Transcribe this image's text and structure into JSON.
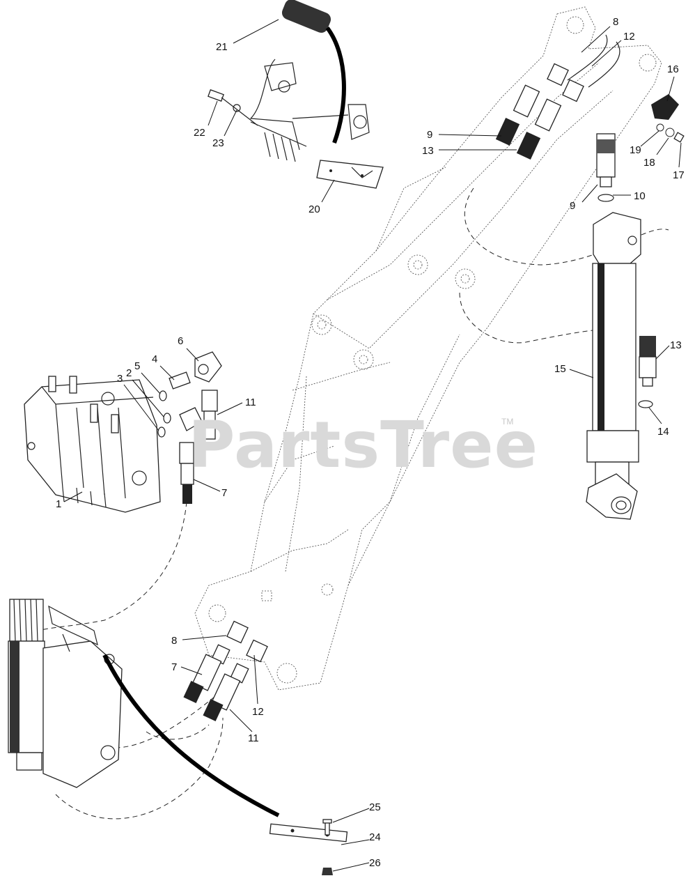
{
  "watermark": {
    "text": "PartsTree",
    "tm": "TM"
  },
  "callouts": [
    {
      "id": "c21a",
      "label": "21"
    },
    {
      "id": "c22",
      "label": "22"
    },
    {
      "id": "c23",
      "label": "23"
    },
    {
      "id": "c20",
      "label": "20"
    },
    {
      "id": "c8a",
      "label": "8"
    },
    {
      "id": "c12a",
      "label": "12"
    },
    {
      "id": "c9a",
      "label": "9"
    },
    {
      "id": "c13a",
      "label": "13"
    },
    {
      "id": "c16",
      "label": "16"
    },
    {
      "id": "c19",
      "label": "19"
    },
    {
      "id": "c18",
      "label": "18"
    },
    {
      "id": "c17",
      "label": "17"
    },
    {
      "id": "c9b",
      "label": "9"
    },
    {
      "id": "c10",
      "label": "10"
    },
    {
      "id": "c6",
      "label": "6"
    },
    {
      "id": "c4",
      "label": "4"
    },
    {
      "id": "c5",
      "label": "5"
    },
    {
      "id": "c2",
      "label": "2"
    },
    {
      "id": "c3",
      "label": "3"
    },
    {
      "id": "c11a",
      "label": "11"
    },
    {
      "id": "c7a",
      "label": "7"
    },
    {
      "id": "c1",
      "label": "1"
    },
    {
      "id": "c13b",
      "label": "13"
    },
    {
      "id": "c15",
      "label": "15"
    },
    {
      "id": "c14",
      "label": "14"
    },
    {
      "id": "c8b",
      "label": "8"
    },
    {
      "id": "c7b",
      "label": "7"
    },
    {
      "id": "c12b",
      "label": "12"
    },
    {
      "id": "c11b",
      "label": "11"
    },
    {
      "id": "c25",
      "label": "25"
    },
    {
      "id": "c24",
      "label": "24"
    },
    {
      "id": "c26",
      "label": "26"
    }
  ]
}
